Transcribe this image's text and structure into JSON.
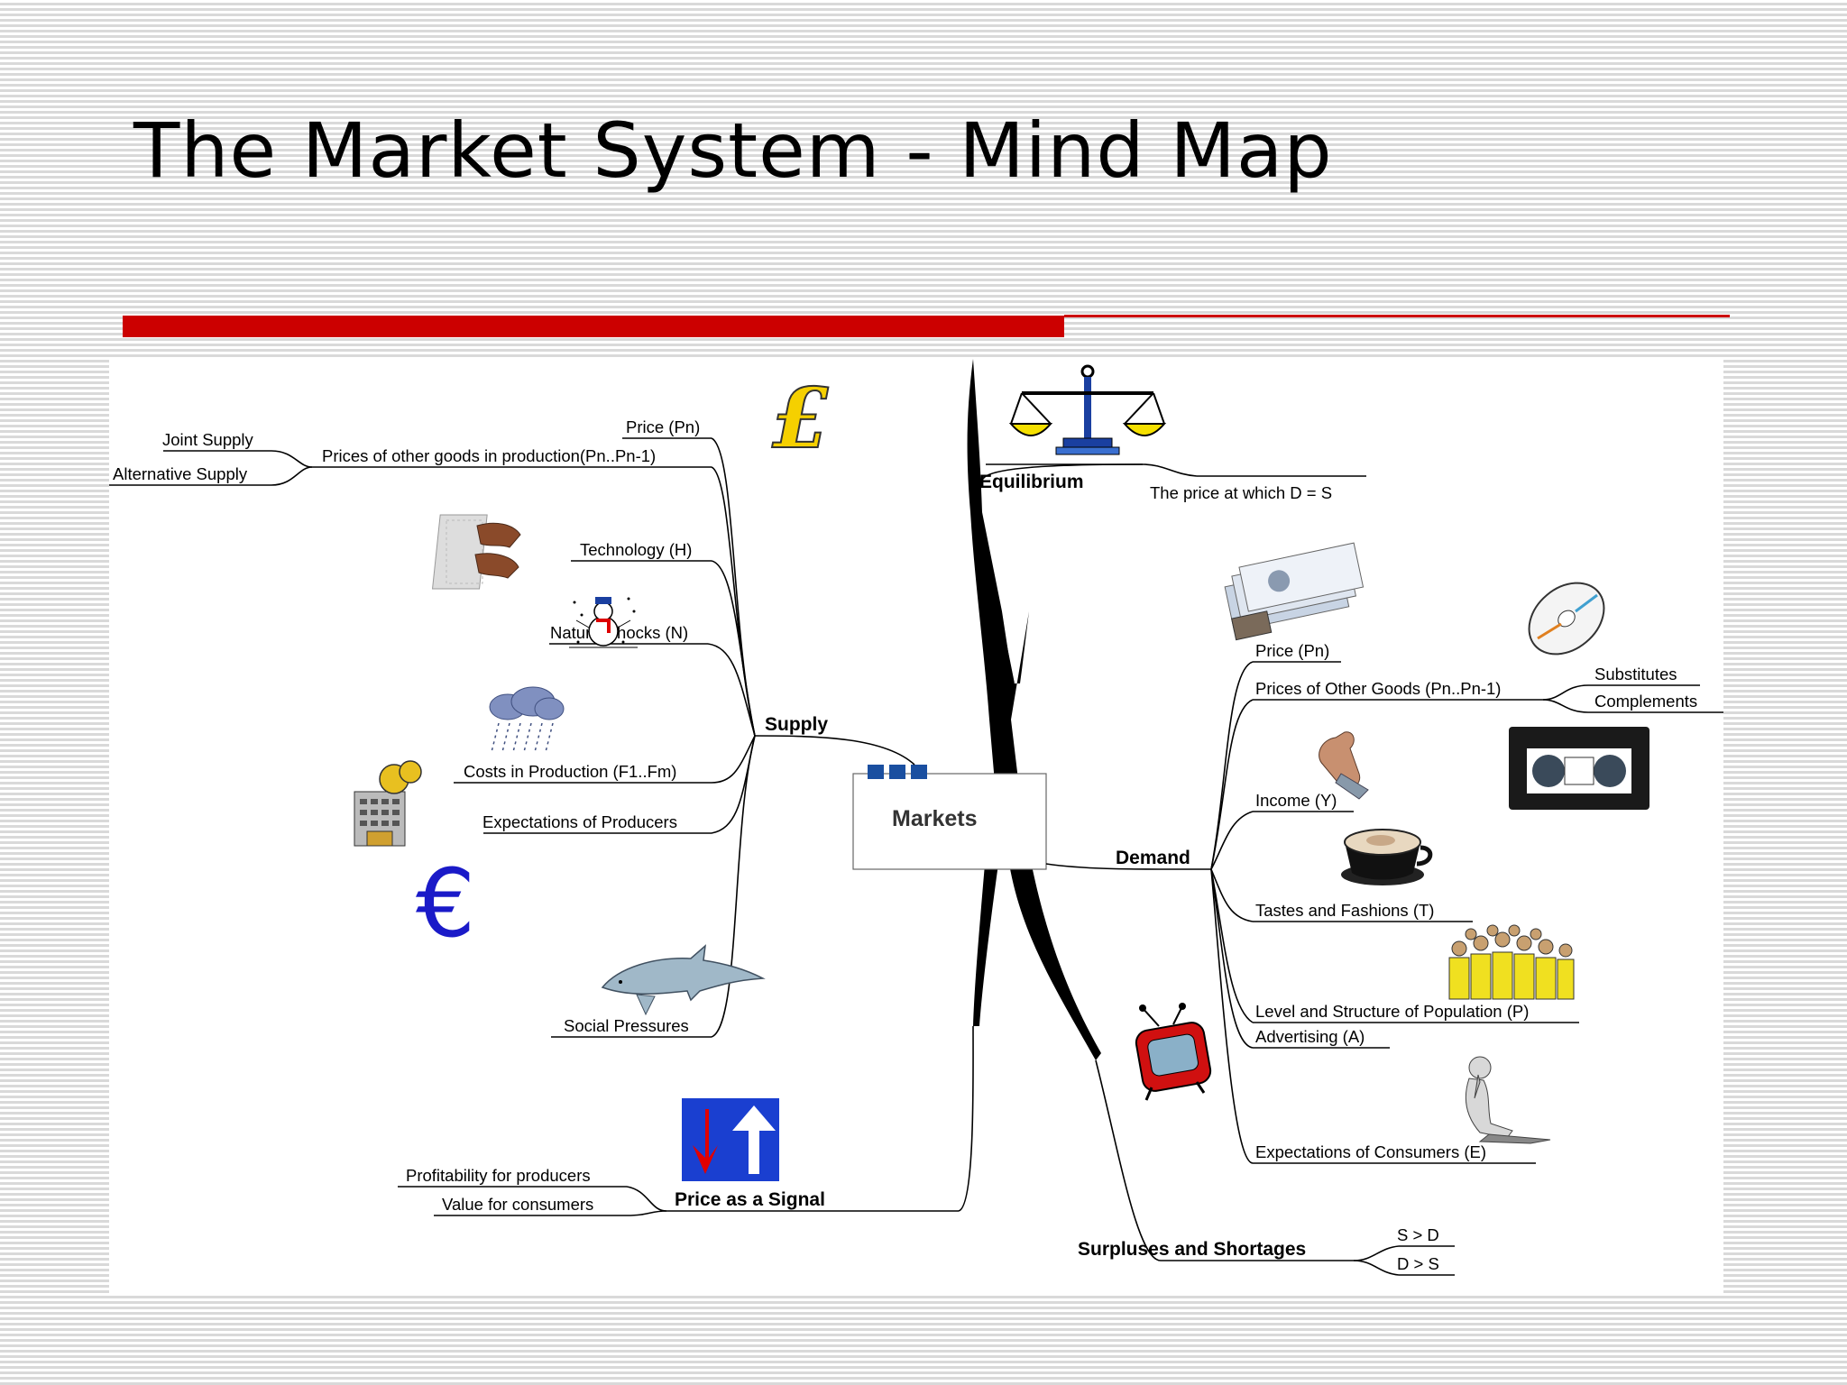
{
  "slide": {
    "title": "The Market System - Mind Map"
  },
  "mindmap": {
    "center": "Markets",
    "equilibrium": {
      "label": "Equilibrium",
      "children": [
        "The price at which D = S"
      ]
    },
    "supply": {
      "label": "Supply",
      "children": [
        "Price (Pn)",
        "Prices of other goods in production(Pn..Pn-1)",
        "Technology (H)",
        "Natural shocks (N)",
        "Costs in Production (F1..Fm)",
        "Expectations of Producers",
        "Social Pressures"
      ],
      "prices_other_children": [
        "Joint Supply",
        "Alternative Supply"
      ]
    },
    "demand": {
      "label": "Demand",
      "children": [
        "Price (Pn)",
        "Prices of Other Goods (Pn..Pn-1)",
        "Income (Y)",
        "Tastes and Fashions (T)",
        "Level and Structure of Population (P)",
        "Advertising (A)",
        "Expectations of Consumers (E)"
      ],
      "prices_other_children": [
        "Substitutes",
        "Complements"
      ]
    },
    "signal": {
      "label": "Price as a Signal",
      "children": [
        "Profitability for producers",
        "Value for consumers"
      ]
    },
    "surpluses": {
      "label": "Surpluses and Shortages",
      "children": [
        "S > D",
        "D > S"
      ]
    }
  },
  "icons": [
    "pound-icon",
    "scales-icon",
    "keyboard-icon",
    "snowman-icon",
    "rain-cloud-icon",
    "coin-bank-icon",
    "euro-icon",
    "dolphin-icon",
    "arrows-sign-icon",
    "money-icon",
    "cd-icon",
    "hand-icon",
    "videotape-icon",
    "coffee-icon",
    "crowd-icon",
    "television-icon",
    "thinker-icon"
  ],
  "colors": {
    "accent_red": "#cc0000",
    "pound_gold": "#f5d000",
    "euro_blue": "#1a1ac8",
    "sign_blue": "#1a3fd0"
  }
}
